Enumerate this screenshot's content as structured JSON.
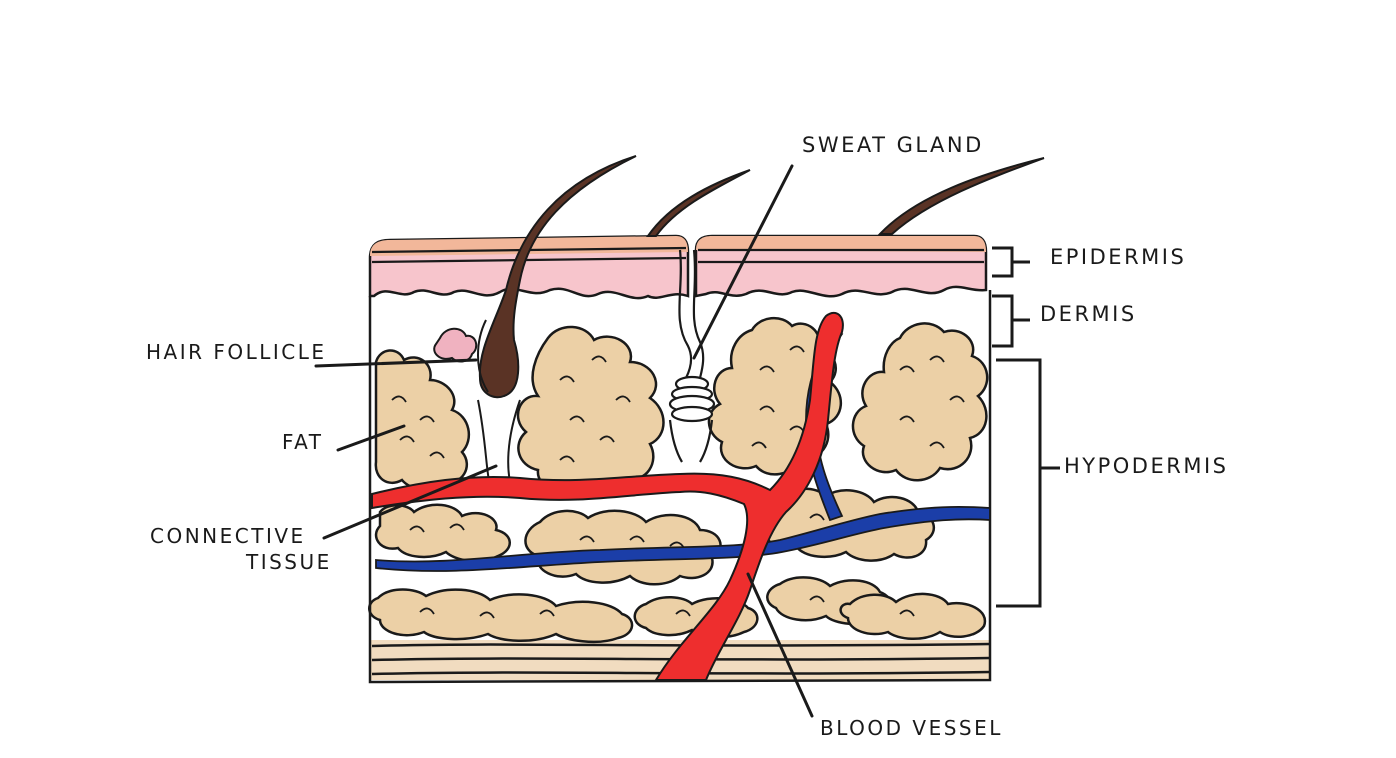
{
  "labels": {
    "sweat_gland": "SWEAT GLAND",
    "epidermis": "EPIDERMIS",
    "dermis": "DERMIS",
    "hypodermis": "HYPODERMIS",
    "hair_follicle": "HAIR FOLLICLE",
    "fat": "FAT",
    "connective_tissue_line1": "CONNECTIVE",
    "connective_tissue_line2": "TISSUE",
    "blood_vessel": "BLOOD VESSEL"
  },
  "colors": {
    "epidermis_top": "#f2b79a",
    "epidermis": "#f7c5cc",
    "fat": "#ecd0a6",
    "artery": "#ee2e2e",
    "vein": "#1b3ea8",
    "hair": "#5a3325",
    "outline": "#1a1a1a",
    "follicle_gland": "#f0b2c0"
  }
}
